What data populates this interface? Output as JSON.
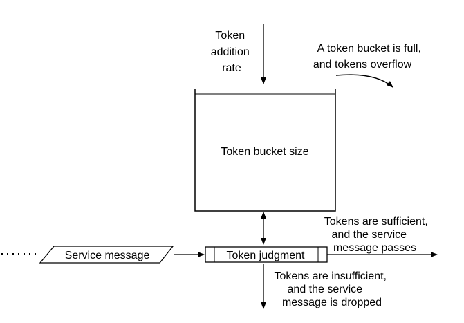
{
  "labels": {
    "token_addition_rate": [
      "Token",
      "addition",
      "rate"
    ],
    "bucket_full": [
      "A token bucket is full,",
      "and tokens overflow"
    ],
    "bucket_size": "Token bucket size",
    "service_message": "Service message",
    "token_judgment": "Token judgment",
    "tokens_sufficient": [
      "Tokens are sufficient,",
      "and the service",
      "message passes"
    ],
    "tokens_insufficient": [
      "Tokens are insufficient,",
      "and the service",
      "message is dropped"
    ]
  },
  "colors": {
    "stroke": "#000000",
    "text": "#000000",
    "background": "#ffffff"
  }
}
